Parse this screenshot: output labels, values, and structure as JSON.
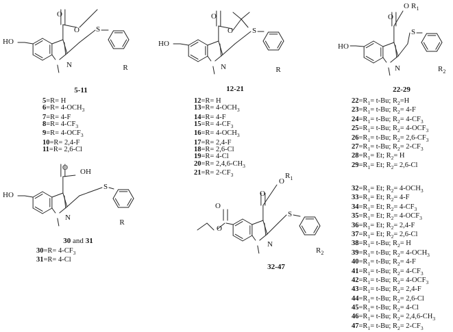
{
  "structures": {
    "s1": {
      "ho": "HO",
      "o1": "O",
      "o2": "O",
      "s": "S",
      "n": "N",
      "r": "R",
      "label": "5-11"
    },
    "s2": {
      "ho": "HO",
      "o1": "O",
      "o2": "O",
      "s": "S",
      "n": "N",
      "r": "R",
      "label": "12-21"
    },
    "s3": {
      "ho": "HO",
      "o1": "O",
      "o2": "O",
      "r1": "R",
      "r1sub": "1",
      "s": "S",
      "n": "N",
      "r2": "R",
      "r2sub": "2",
      "label": "22-29"
    },
    "s4": {
      "ho": "HO",
      "o1": "O",
      "oh": "OH",
      "s": "S",
      "n": "N",
      "r": "R",
      "label_a": "30",
      "label_and": " and ",
      "label_b": "31"
    },
    "s5": {
      "o1": "O",
      "o2": "O",
      "o3": "O",
      "o4": "O",
      "r1": "R",
      "r1sub": "1",
      "s": "S",
      "n": "N",
      "r2": "R",
      "r2sub": "2",
      "label": "32-47"
    }
  },
  "lists": {
    "list1": [
      {
        "num": "5",
        "text": "=R= H"
      },
      {
        "num": "6",
        "text": "=R= 4-OCH3"
      },
      {
        "num": "7",
        "text": "=R= 4-F"
      },
      {
        "num": "8",
        "text": "=R= 4-CF3"
      },
      {
        "num": "9",
        "text": "=R= 4-OCF3"
      },
      {
        "num": "10",
        "text": "=R= 2,4-F"
      },
      {
        "num": "11",
        "text": "=R= 2,6-Cl"
      }
    ],
    "list2": [
      {
        "num": "12",
        "text": "=R= H"
      },
      {
        "num": "13",
        "text": "=R= 4-OCH3"
      },
      {
        "num": "14",
        "text": "=R= 4-F"
      },
      {
        "num": "15",
        "text": "=R= 4-CF3"
      },
      {
        "num": "16",
        "text": "=R= 4-OCH3"
      },
      {
        "num": "17",
        "text": "=R= 2,4-F"
      },
      {
        "num": "18",
        "text": "=R= 2,6-Cl"
      },
      {
        "num": "19",
        "text": "=R= 4-Cl"
      },
      {
        "num": "20",
        "text": "=R= 2,4,6-CH3"
      },
      {
        "num": "21",
        "text": "=R= 2-CF3"
      }
    ],
    "list3": [
      {
        "num": "22",
        "text": "=R1= t-Bu; R2=H"
      },
      {
        "num": "23",
        "text": "=R1= t-Bu; R2= 4-F"
      },
      {
        "num": "24",
        "text": "=R1= t-Bu; R2= 4-CF3"
      },
      {
        "num": "25",
        "text": "=R1= t-Bu; R2= 4-OCF3"
      },
      {
        "num": "26",
        "text": "=R1= t-Bu; R2= 2,6-CF3"
      },
      {
        "num": "27",
        "text": "=R1= t-Bu; R2= 2-CF3"
      },
      {
        "num": "28",
        "text": "=R1= Et; R2= H"
      },
      {
        "num": "29",
        "text": "=R1= Et; R2= 2,6-Cl"
      }
    ],
    "list4": [
      {
        "num": "30",
        "text": "=R= 4-CF3"
      },
      {
        "num": "31",
        "text": "=R= 4-Cl"
      }
    ],
    "list5": [
      {
        "num": "32",
        "text": "=R1= Et; R2= 4-OCH3"
      },
      {
        "num": "33",
        "text": "=R1= Et; R2= 4-F"
      },
      {
        "num": "34",
        "text": "=R1= Et; R2= 4-CF3"
      },
      {
        "num": "35",
        "text": "=R1= Et; R2= 4-OCF3"
      },
      {
        "num": "36",
        "text": "=R1= Et; R2= 2,4-F"
      },
      {
        "num": "37",
        "text": "=R1= Et; R2= 2,6-Cl"
      },
      {
        "num": "38",
        "text": "=R1= t-Bu; R2= H"
      },
      {
        "num": "39",
        "text": "=R1= t-Bu; R2= 4-OCH3"
      },
      {
        "num": "40",
        "text": "=R1= t-Bu; R2= 4-F"
      },
      {
        "num": "41",
        "text": "=R1= t-Bu; R2= 4-CF3"
      },
      {
        "num": "42",
        "text": "=R1= t-Bu; R2= 4-OCF3"
      },
      {
        "num": "43",
        "text": "=R1= t-Bu; R2= 2,4-F"
      },
      {
        "num": "44",
        "text": "=R1= t-Bu; R2= 2,6-Cl"
      },
      {
        "num": "45",
        "text": "=R1= t-Bu; R2= 4-Cl"
      },
      {
        "num": "46",
        "text": "=R1= t-Bu; R2= 2,4,6-CH3"
      },
      {
        "num": "47",
        "text": "=R1= t-Bu; R2= 2-CF3"
      }
    ]
  }
}
